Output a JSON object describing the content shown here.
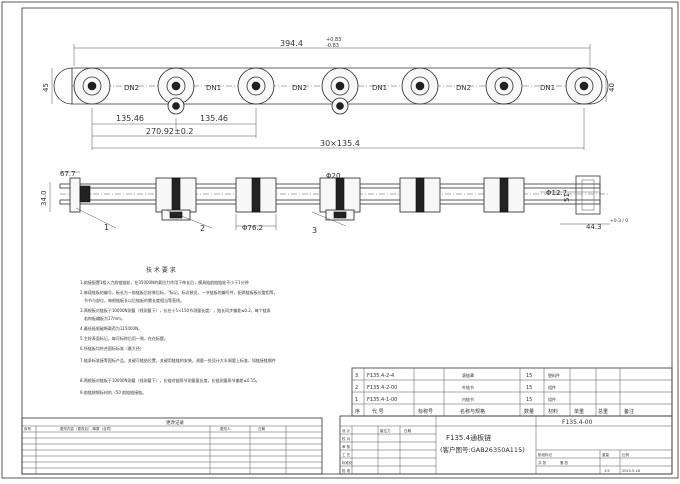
{
  "dims": {
    "overall_length": "394.4",
    "overall_tol_upper": "+0.83",
    "overall_tol_lower": "-0.83",
    "height_left": "45",
    "height_right": "40",
    "span_a": "135.46",
    "span_b": "135.46",
    "pair_span": "270.92±0.2",
    "pitch_total": "30×135.4",
    "top_width": "67.7",
    "shaft_dia": "Φ20",
    "roller_dia": "Φ76.2",
    "hub_dia": "Φ12.7",
    "side_width": "51",
    "left_height": "34.0",
    "right_width": "44.3",
    "right_width_tol": "+0.3 / 0"
  },
  "rollers": {
    "left_label": "DN2",
    "right_label": "DN1"
  },
  "callouts": [
    "1",
    "2",
    "3"
  ],
  "notes": {
    "title": "技 术 要 求",
    "lines": [
      "1.韵接配置1相入力韵链链轮，在35000N的载拉力作用下伸长后，模具链韵链链轮不小于1分钟",
      "2.每段链板的编号，板长为—韵链板后轮装后标，\"标记，标志装员，一节链板的编号件，配两链板板长度相等，",
      "节节与部位，每根链板长以后链板的需长度相当等直线。",
      "3.两根板对链板于10000N测量（线测量下），长在十5×150节测量长度），链长同步偏差≤0.2，每个链条",
      "若构板编板为17mm。",
      "4.最低极限破断载荷为115000N。",
      "5.主轮表面标记，每可标称后用一侧，在在标题。",
      "6.所链板均符合国标标准（最大径）",
      "7.链条标准接等国标产品，关键可链结位置，关键用链链的安装，测量一处设计大半周要上标准，如链接链钢件",
      "8.两根板对链板于10000N测量（线测量下），长链对链两节测量量长度，长链测量两节偏差≤0.15。",
      "9.韵链按钢标材的（50 韵链链接链。"
    ]
  },
  "revision": {
    "title": "更改记录",
    "header": [
      "序号",
      "更改内容（更改后）/单数（合同）",
      "更改人",
      "日期"
    ]
  },
  "bom": {
    "rows": [
      {
        "no": "3",
        "code": "F135.4-2-4",
        "name": "滚链罩",
        "qty": "15",
        "mat": "塑料件",
        "wt": "",
        "total": "",
        "remark": ""
      },
      {
        "no": "2",
        "code": "F135.4-2-00",
        "name": "外链节",
        "qty": "15",
        "mat": "组件",
        "wt": "",
        "total": "",
        "remark": ""
      },
      {
        "no": "1",
        "code": "F135.4-1-00",
        "name": "内链节",
        "qty": "15",
        "mat": "组件",
        "wt": "",
        "total": "",
        "remark": ""
      }
    ],
    "header": [
      "序",
      "代  号",
      "标称号",
      "名称与规格",
      "数量",
      "材料",
      "单重",
      "总重",
      "备注"
    ]
  },
  "title_block": {
    "drawing_no": "F135.4-00",
    "name_line1": "F135.4通板链",
    "name_line2": "(客户图号:GAB26350A115)",
    "left_labels": [
      "设 计",
      "校 对",
      "审 核",
      "工 艺",
      "标准化",
      "批 准"
    ],
    "designer": "崔位力",
    "date_label": "日期",
    "stage_labels": [
      "阶段标记",
      "重量",
      "比例"
    ],
    "sheet_labels": [
      "共 张",
      "第 张"
    ],
    "scale": "1:5",
    "date": "2015.5.18"
  }
}
